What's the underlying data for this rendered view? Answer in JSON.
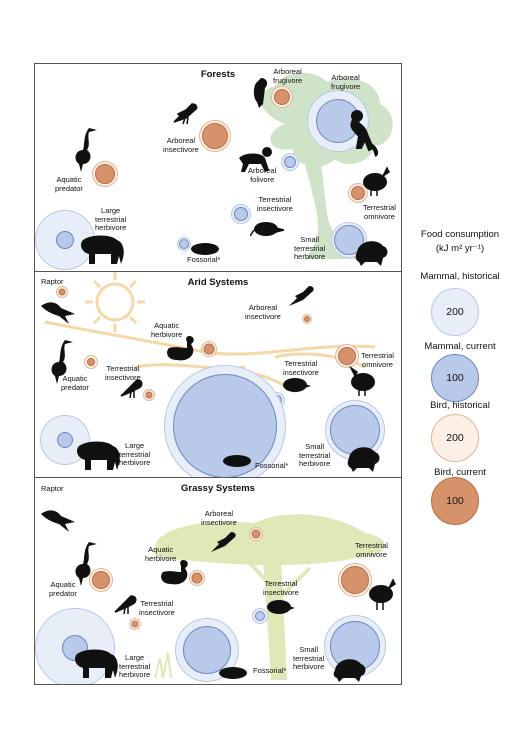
{
  "panels": {
    "forests": {
      "title": "Forests",
      "labels": {
        "arboreal_frugivore_1": "Arboreal\nfrugivore",
        "arboreal_frugivore_2": "Arboreal\nfrugivore",
        "arboreal_insectivore": "Arboreal\ninsectivore",
        "arboreal_folivore": "Arboreal\nfolivore",
        "aquatic_predator": "Aquatic\npredator",
        "large_terrestrial_herbivore": "Large\nterrestrial\nherbivore",
        "terrestrial_insectivore": "Terrestrial\ninsectivore",
        "terrestrial_omnivore": "Terrestrial\nomnivore",
        "fossorial": "Fossorial*",
        "small_terrestrial_herbivore": "Small\nterrestrial\nherbivore"
      }
    },
    "arid": {
      "title": "Arid Systems",
      "labels": {
        "raptor": "Raptor",
        "arboreal_insectivore": "Arboreal\ninsectivore",
        "aquatic_herbivore": "Aquatic\nherbivore",
        "aquatic_predator": "Aquatic\npredator",
        "terrestrial_insectivore_bird": "Terrestrial\ninsectivore",
        "terrestrial_insectivore": "Terrestrial\ninsectivore",
        "terrestrial_omnivore": "Terrestrial\nomnivore",
        "large_terrestrial_herbivore": "Large\nterrestrial\nherbivore",
        "fossorial": "Fossorial*",
        "small_terrestrial_herbivore": "Small\nterrestrial\nherbivore"
      }
    },
    "grassy": {
      "title": "Grassy Systems",
      "labels": {
        "raptor": "Raptor",
        "arboreal_insectivore": "Arboreal\ninsectivore",
        "aquatic_herbivore": "Aquatic\nherbivore",
        "aquatic_predator": "Aquatic\npredator",
        "terrestrial_insectivore_bird": "Terrestrial\ninsectivore",
        "terrestrial_insectivore": "Terrestrial\ninsectivore",
        "terrestrial_omnivore": "Terrestrial\nomnivore",
        "large_terrestrial_herbivore": "Large\nterrestrial\nherbivore",
        "fossorial": "Fossorial*",
        "small_terrestrial_herbivore": "Small\nterrestrial\nherbivore"
      }
    }
  },
  "legend": {
    "title_line1": "Food consumption",
    "title_line2": "(kJ  m² yr⁻¹)",
    "items": [
      {
        "label": "Mammal, historical",
        "value": "200",
        "color": "#e8eef8"
      },
      {
        "label": "Mammal, current",
        "value": "100",
        "color": "#b9c9ea"
      },
      {
        "label": "Bird, historical",
        "value": "200",
        "color": "#fcefe6"
      },
      {
        "label": "Bird, current",
        "value": "100",
        "color": "#d6926a"
      }
    ]
  },
  "colors": {
    "mammal_historical": "#e8eef8",
    "mammal_current": "#b9c9ea",
    "bird_historical": "#fcefe6",
    "bird_current": "#d6926a",
    "forest_tree": "#cfe3c9",
    "arid_sun": "#f6d7a8",
    "grass_tree": "#dfe9b8"
  }
}
